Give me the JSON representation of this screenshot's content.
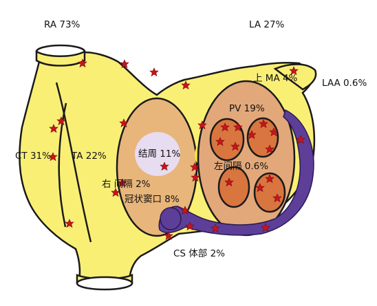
{
  "labels": {
    "ra": "RA 73%",
    "la": "LA 27%",
    "laa": "LAA 0.6%",
    "mitral": "上 MA 4%",
    "pv": "PV 19%",
    "ct": "CT 31%",
    "ta": "TA 22%",
    "node": "结周 11%",
    "right_septum": "右 间隔 2%",
    "left_septum": "左间隔 0.6%",
    "cs_ostium": "冠状窦口 8%",
    "cs_body": "CS 体部 2%"
  },
  "colors": {
    "atrium": "#f9ef75",
    "atrium_outline": "#1a1a1a",
    "septum_fill": "#e8b57a",
    "pv_region": "#e2a87a",
    "vein": "#d9753f",
    "cs": "#5d3f9a",
    "node": "#e7dcf0",
    "focus_marker": "#c8151c",
    "text": "#111111"
  },
  "marker_shape": "red-star-burst"
}
